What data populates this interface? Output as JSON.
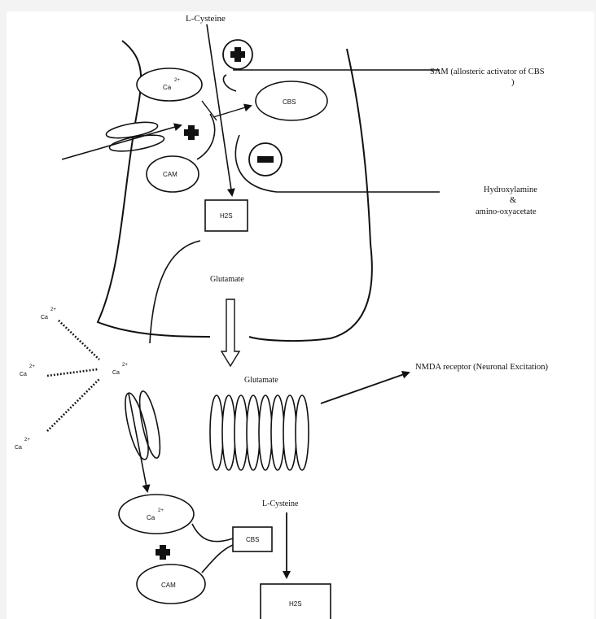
{
  "colors": {
    "background": "#f3f3f3",
    "panel": "#ffffff",
    "ink": "#111111"
  },
  "labels": {
    "l_cysteine_top": "L-Cysteine",
    "sam": "SAM (allosteric activator of CBS",
    "sam_tail": ")",
    "cbs_top": "CBS",
    "ca_top": "Ca",
    "ca_sup": "2+",
    "cam_top": "CAM",
    "h2s_top": "H2S",
    "hydroxylamine": "Hydroxylamine",
    "amp": "&",
    "aminooxy": "amino-oxyacetate",
    "glutamate_inside": "Glutamate",
    "glutamate_cleft": "Glutamate",
    "nmda": "NMDA receptor (Neuronal Excitation)",
    "ca_free": "Ca",
    "l_cysteine_bottom": "L-Cysteine",
    "ca_bottom": "Ca",
    "cbs_bottom": "CBS",
    "cam_bottom": "CAM",
    "h2s_bottom": "H2S"
  },
  "icons": {
    "plus": "plus-icon",
    "minus": "minus-icon"
  }
}
